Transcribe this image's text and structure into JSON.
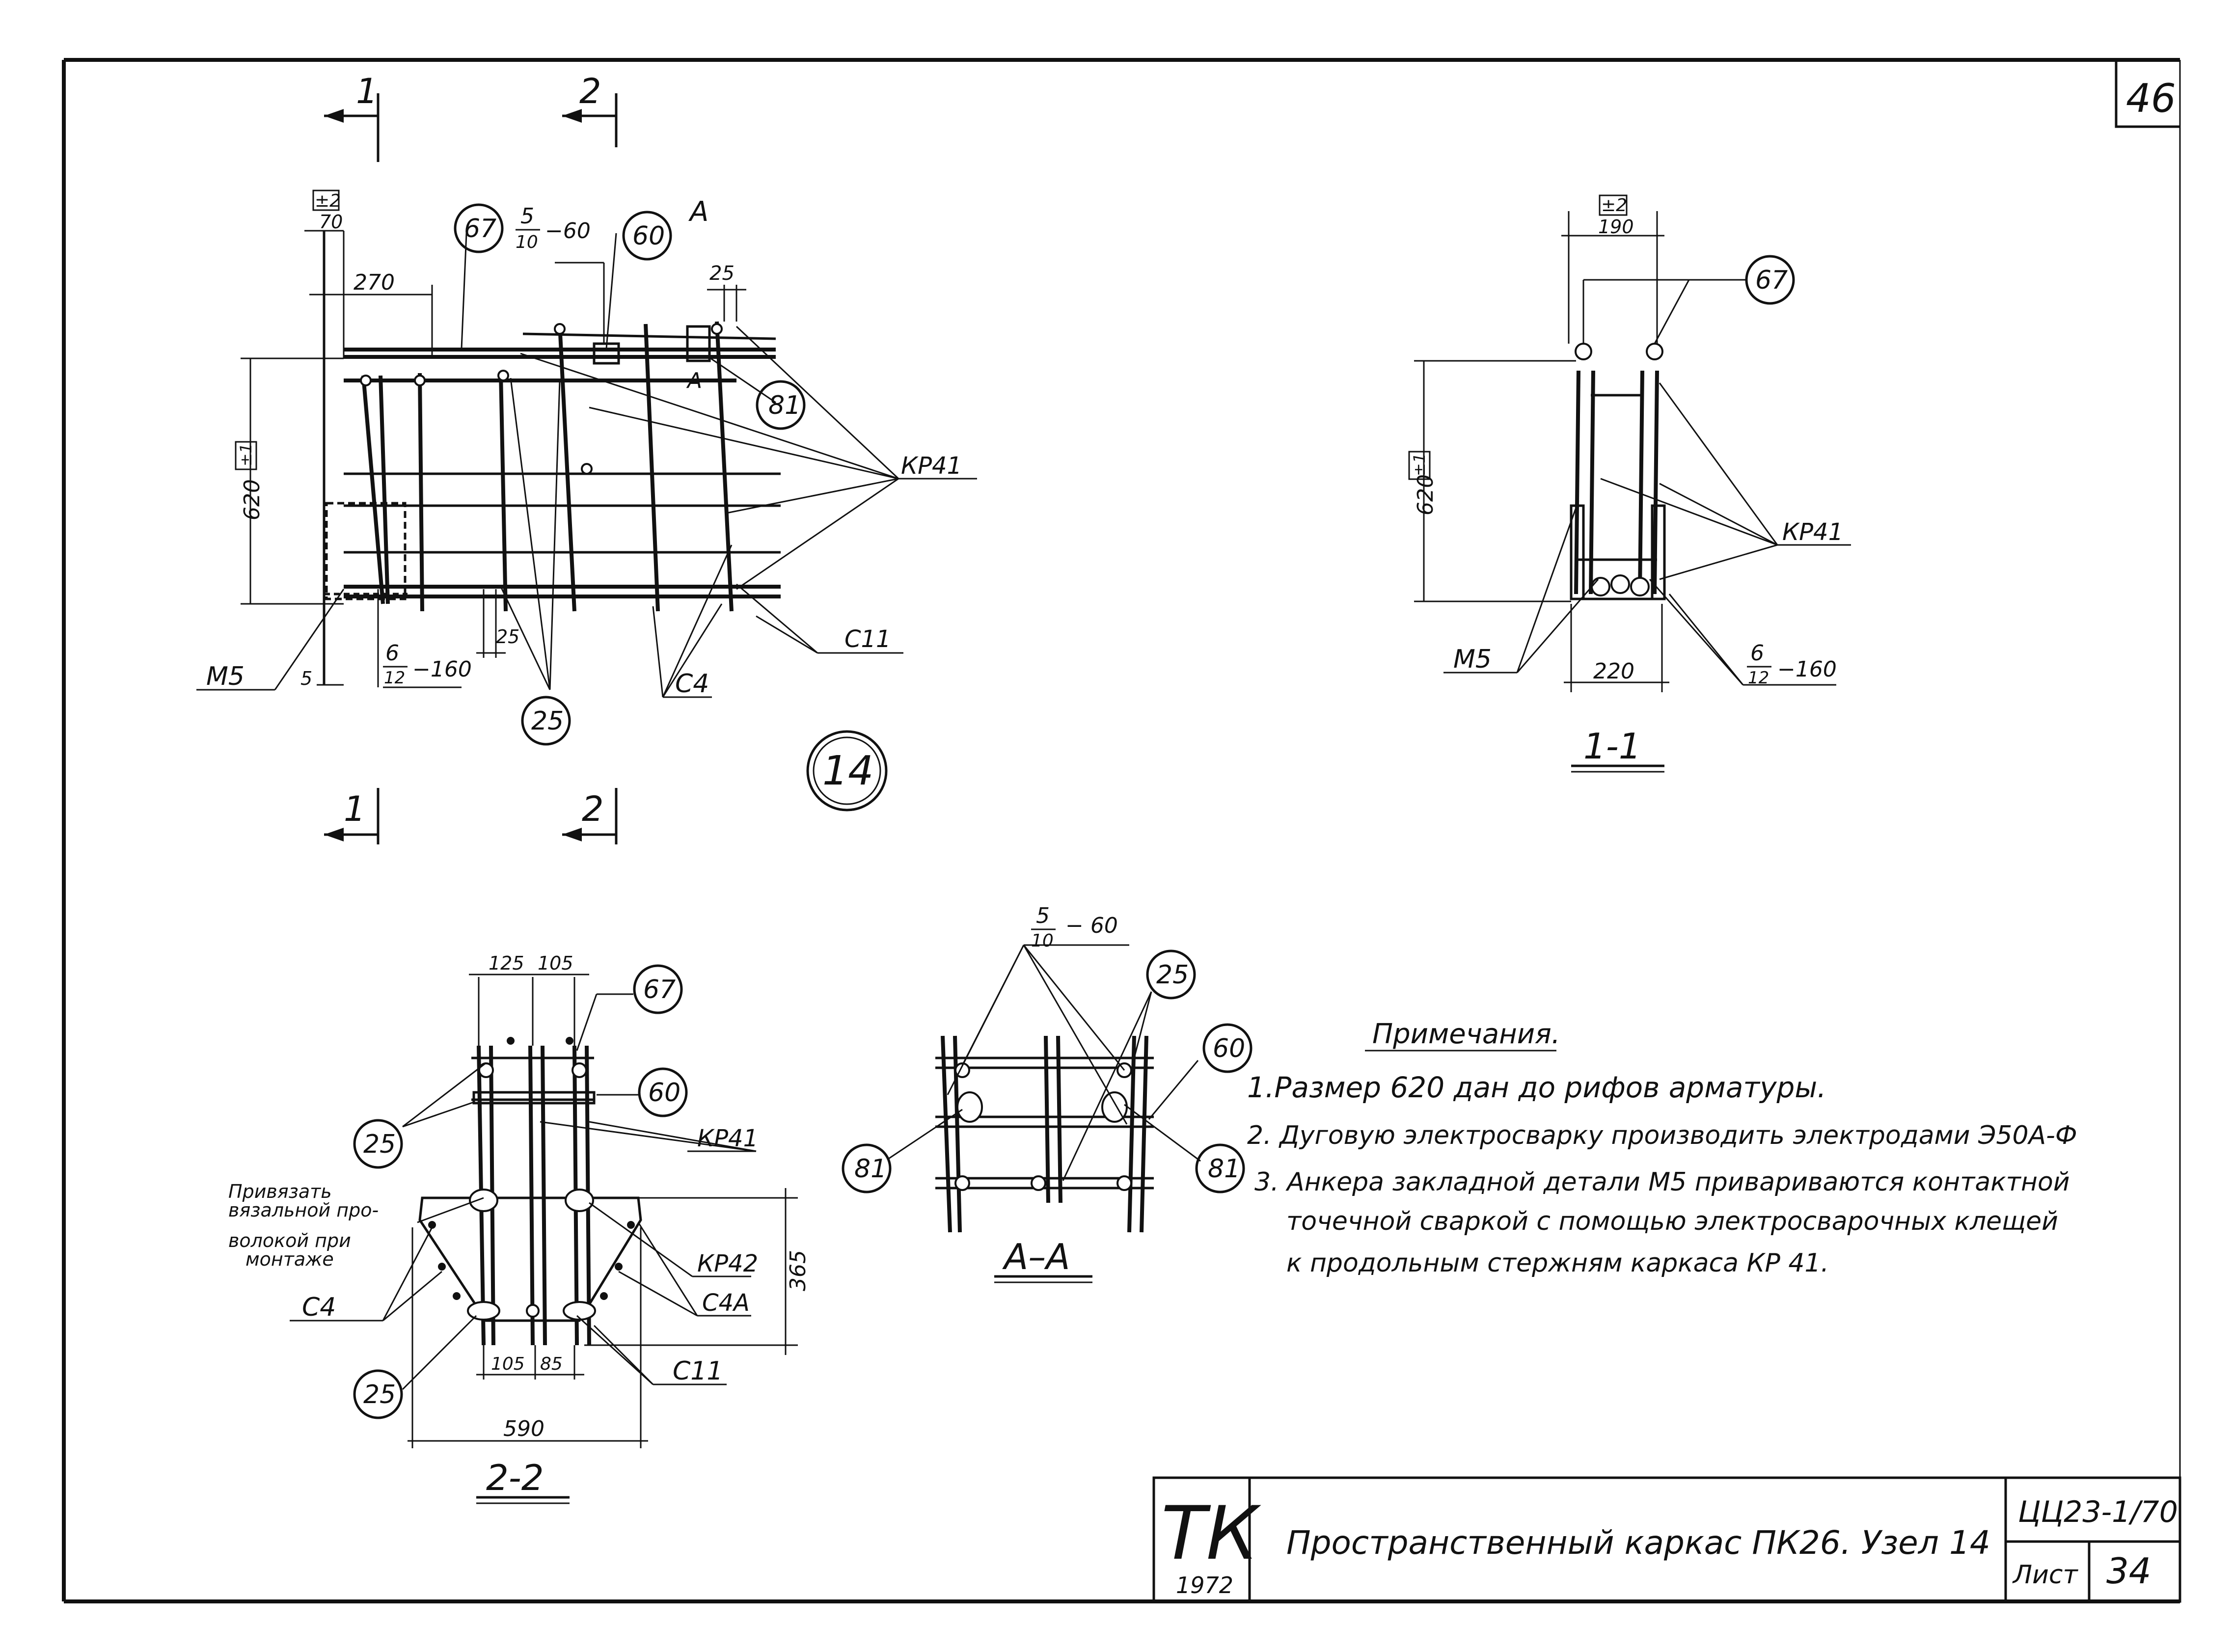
{
  "sheet": {
    "corner_number": "46",
    "node_number": "14"
  },
  "elevation": {
    "section1_mark": "1",
    "section2_mark": "2",
    "sectionA_mark": "A",
    "tol_top": "±2",
    "tol_620": "±1",
    "dims": {
      "d70": "70",
      "d270": "270",
      "d25_top": "25",
      "d620": "620",
      "d25_bottom": "25",
      "d5": "5",
      "pitch1_num": "5",
      "pitch1_den": "10",
      "pitch1_val": "−60",
      "pitch2_num": "6",
      "pitch2_den": "12",
      "pitch2_val": "−160"
    },
    "callouts": {
      "c67": "67",
      "c60": "60",
      "c81": "81",
      "c25": "25",
      "kp41": "КР41",
      "c11": "С11",
      "c4": "С4",
      "m5": "М5"
    }
  },
  "section11": {
    "tol_top": "±2",
    "tol_620": "±1",
    "d190": "190",
    "d620": "620",
    "d220": "220",
    "pitch_num": "6",
    "pitch_den": "12",
    "pitch_val": "−160",
    "c67": "67",
    "kp41": "КР41",
    "m5": "М5",
    "title": "1-1"
  },
  "section22": {
    "d125": "125",
    "d105_top": "105",
    "d365": "365",
    "d105_bottom": "105",
    "d85": "85",
    "d590": "590",
    "c67": "67",
    "c60": "60",
    "c25_top": "25",
    "c25_bottom": "25",
    "kp41": "КР41",
    "kp42": "КР42",
    "c4": "С4",
    "c4a": "С4А",
    "c11": "С11",
    "tie_note_l1": "Привязать",
    "tie_note_l2": "вязальной про-",
    "tie_note_l3": "волокой при",
    "tie_note_l4": "монтаже",
    "title": "2-2"
  },
  "sectionAA": {
    "pitch_num": "5",
    "pitch_den": "10",
    "pitch_val": "− 60",
    "c25": "25",
    "c60": "60",
    "c81_left": "81",
    "c81_right": "81",
    "title": "А–А"
  },
  "notes": {
    "heading": "Примечания.",
    "items": [
      "1.Размер 620 дан до рифов арматуры.",
      "2. Дуговую электросварку производить электродами Э50А-Ф",
      "3. Анкера закладной детали М5 привариваются контактной",
      "точечной сваркой с помощью электросварочных клещей",
      "к продольным стержням каркаса КР 41."
    ]
  },
  "title_block": {
    "org": "ТК",
    "year": "1972",
    "title": "Пространственный каркас ПК26. Узел 14",
    "series": "ЦЦ23-1/70",
    "sheet_label": "Лист",
    "sheet_number": "34"
  }
}
